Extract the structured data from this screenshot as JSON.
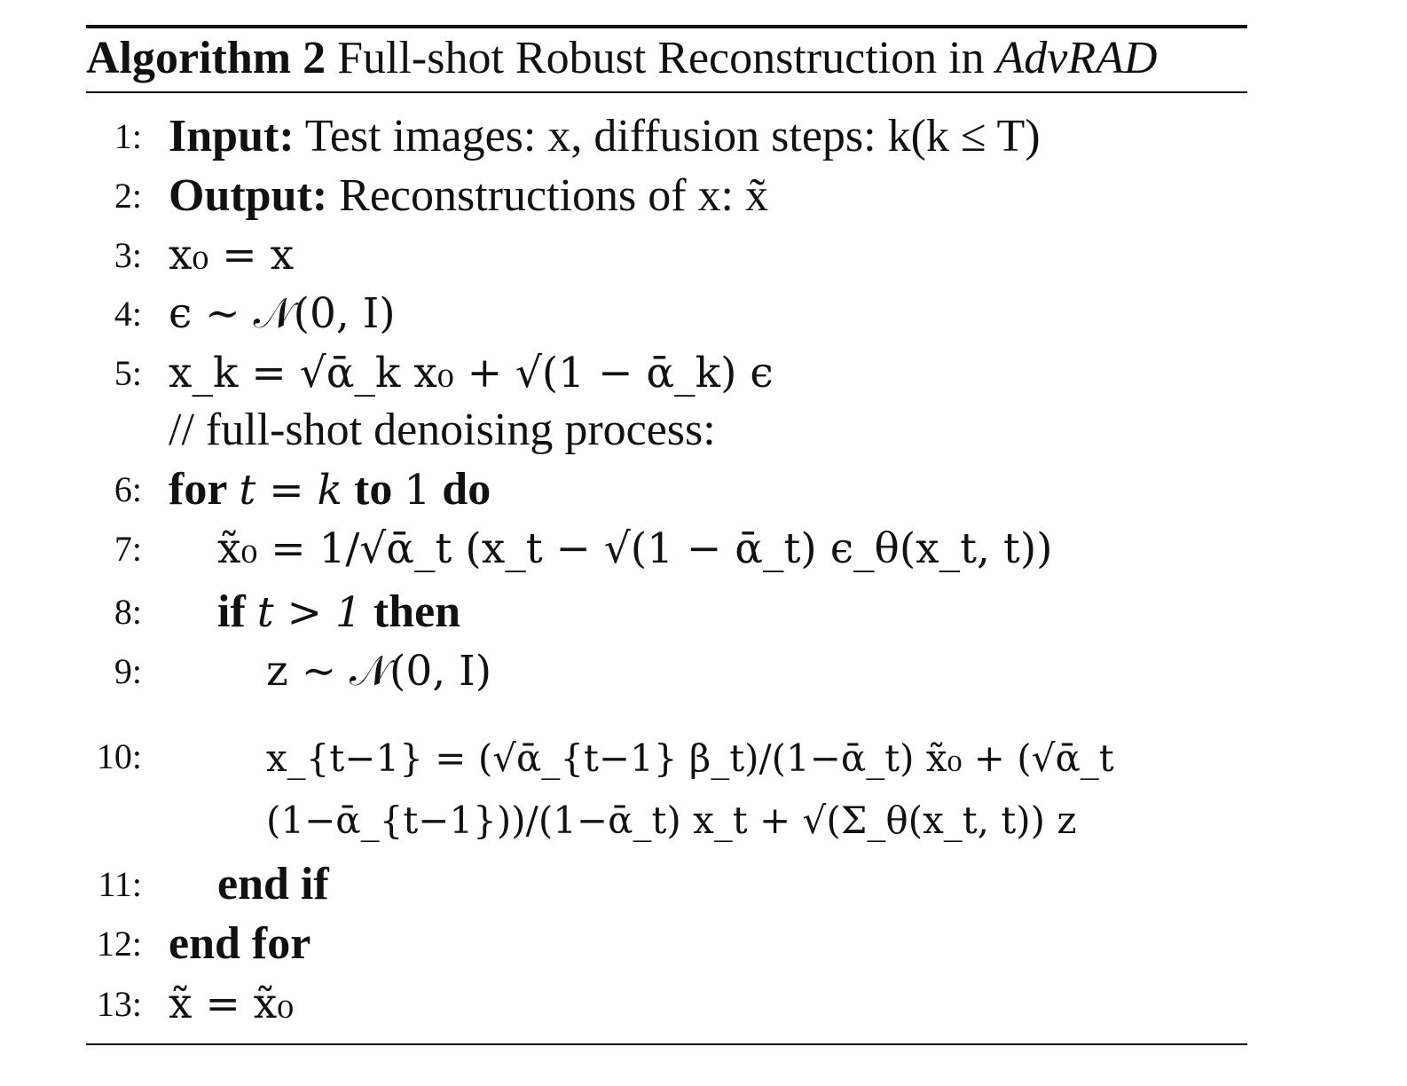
{
  "algorithm": {
    "label": "Algorithm 2",
    "title": "Full-shot Robust Reconstruction in",
    "name": "AdvRAD"
  },
  "lines": {
    "l1": {
      "num": "1:",
      "kw": "Input:",
      "text": "Test images: x, diffusion steps: k(k ≤ T)"
    },
    "l2": {
      "num": "2:",
      "kw": "Output:",
      "text": "Reconstructions of x: x̃"
    },
    "l3": {
      "num": "3:",
      "expr": "x₀ = x"
    },
    "l4": {
      "num": "4:",
      "expr": "ϵ ∼ 𝒩(0, I)"
    },
    "l5": {
      "num": "5:",
      "expr": "x_k = √ᾱ_k x₀ + √(1 − ᾱ_k) ϵ"
    },
    "comment": {
      "text": "// full-shot denoising process:"
    },
    "l6": {
      "num": "6:",
      "kw_for": "for",
      "expr": "t = k",
      "kw_to": "to",
      "end_val": "1",
      "kw_do": "do"
    },
    "l7": {
      "num": "7:",
      "expr": "x̃₀ = 1/√ᾱ_t (x_t − √(1 − ᾱ_t) ϵ_θ(x_t, t))"
    },
    "l8": {
      "num": "8:",
      "kw_if": "if",
      "expr": "t > 1",
      "kw_then": "then"
    },
    "l9": {
      "num": "9:",
      "expr": "z ∼ 𝒩(0, I)"
    },
    "l10": {
      "num": "10:",
      "expr": "x_{t−1} = (√ᾱ_{t−1} β_t)/(1−ᾱ_t) x̃₀ + (√ᾱ_t (1−ᾱ_{t−1}))/(1−ᾱ_t) x_t + √(Σ_θ(x_t, t)) z"
    },
    "l11": {
      "num": "11:",
      "kw": "end if"
    },
    "l12": {
      "num": "12:",
      "kw": "end for"
    },
    "l13": {
      "num": "13:",
      "expr": "x̃ = x̃₀"
    }
  }
}
